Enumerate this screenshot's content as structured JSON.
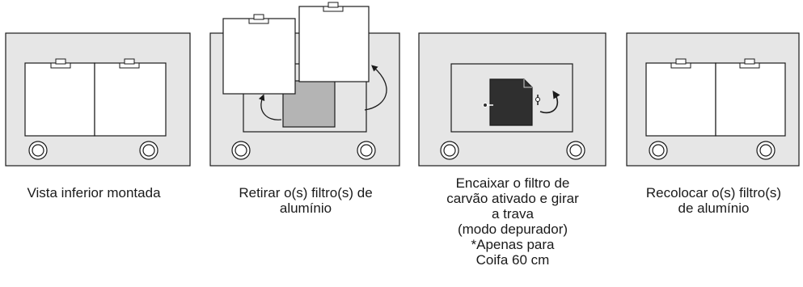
{
  "colors": {
    "hood_body": "#e6e6e6",
    "outline": "#1a1a1a",
    "filter_white": "#ffffff",
    "opening_gray": "#b4b4b4",
    "charcoal_filter": "#2f2f2f"
  },
  "steps": [
    {
      "caption": "Vista inferior montada"
    },
    {
      "caption": "Retirar o(s) filtro(s) de\nalumínio"
    },
    {
      "caption": "Encaixar o filtro de\ncarvão ativado e girar\na trava\n(modo depurador)\n*Apenas para\nCoifa 60 cm"
    },
    {
      "caption": "Recolocar o(s) filtro(s)\nde alumínio"
    }
  ]
}
